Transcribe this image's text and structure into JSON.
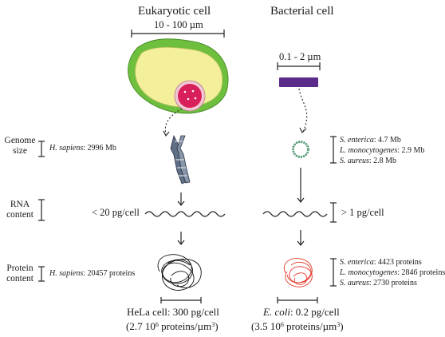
{
  "titles": {
    "eukaryotic": "Eukaryotic cell",
    "bacterial": "Bacterial cell"
  },
  "scale": {
    "eukaryotic": "10 - 100 µm",
    "bacterial": "0.1 - 2 µm"
  },
  "row_labels": {
    "genome_line1": "Genome",
    "genome_line2": "size",
    "rna_line1": "RNA",
    "rna_line2": "content",
    "protein_line1": "Protein",
    "protein_line2": "content"
  },
  "eukaryote": {
    "genome": {
      "species": "H. sapiens",
      "value": ": 2996 Mb"
    },
    "rna": "< 20 pg/cell",
    "protein": {
      "species": "H. sapiens",
      "value": ": 20457 proteins"
    },
    "summary_line1": "HeLa cell: 300 pg/cell",
    "summary_line2_pre": "(2.7 10",
    "summary_line2_exp": "6",
    "summary_line2_post": " proteins/µm",
    "summary_line2_exp2": "3",
    "summary_line2_end": ")"
  },
  "bacteria": {
    "genome": [
      {
        "species": "S. enterica",
        "value": ": 4.7 Mb"
      },
      {
        "species": "L. monocytogenes",
        "value": ": 2.9 Mb"
      },
      {
        "species": "S. aureus",
        "value": ": 2.8 Mb"
      }
    ],
    "rna": "> 1 pg/cell",
    "protein": [
      {
        "species": "S. enterica",
        "value": ": 4423 proteins"
      },
      {
        "species": "L. monocytogenes",
        "value": ": 2846 proteins"
      },
      {
        "species": "S. aureus",
        "value": ": 2730 proteins"
      }
    ],
    "summary_line1_species": "E. coli",
    "summary_line1_value": ": 0.2 pg/cell",
    "summary_line2_pre": "(3.5 10",
    "summary_line2_exp": "6",
    "summary_line2_post": " proteins/µm",
    "summary_line2_exp2": "3",
    "summary_line2_end": ")"
  },
  "colors": {
    "cell_wall": "#6fbf3f",
    "cytoplasm": "#f4ef9a",
    "nucleus": "#d81f5a",
    "bacterium": "#5b2b8c",
    "plasmid": "#2f7d5a",
    "bacterial_protein": "#e63b2e",
    "chromosome": "#5f6f86"
  }
}
